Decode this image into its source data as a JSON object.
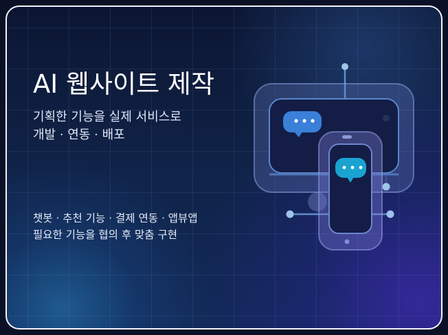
{
  "hero": {
    "title": "AI 웹사이트 제작",
    "subtitle_line1": "기획한 기능을 실제 서비스로",
    "subtitle_line2": "개발 · 연동 · 배포",
    "features_line1": "챗봇 · 추천 기능 · 결제 연동 · 앱뷰앱",
    "features_line2": "필요한 기능을 협의 후 맞춤 구현"
  },
  "illustration": {
    "icons": [
      "monitor-icon",
      "smartphone-icon",
      "chat-bubble-icon",
      "chat-bubble-icon"
    ],
    "colors": {
      "chat_monitor": "#3a7fd8",
      "chat_phone": "#1aa3d0",
      "frame": "#6f86c8",
      "node": "#9ec4e8"
    }
  }
}
